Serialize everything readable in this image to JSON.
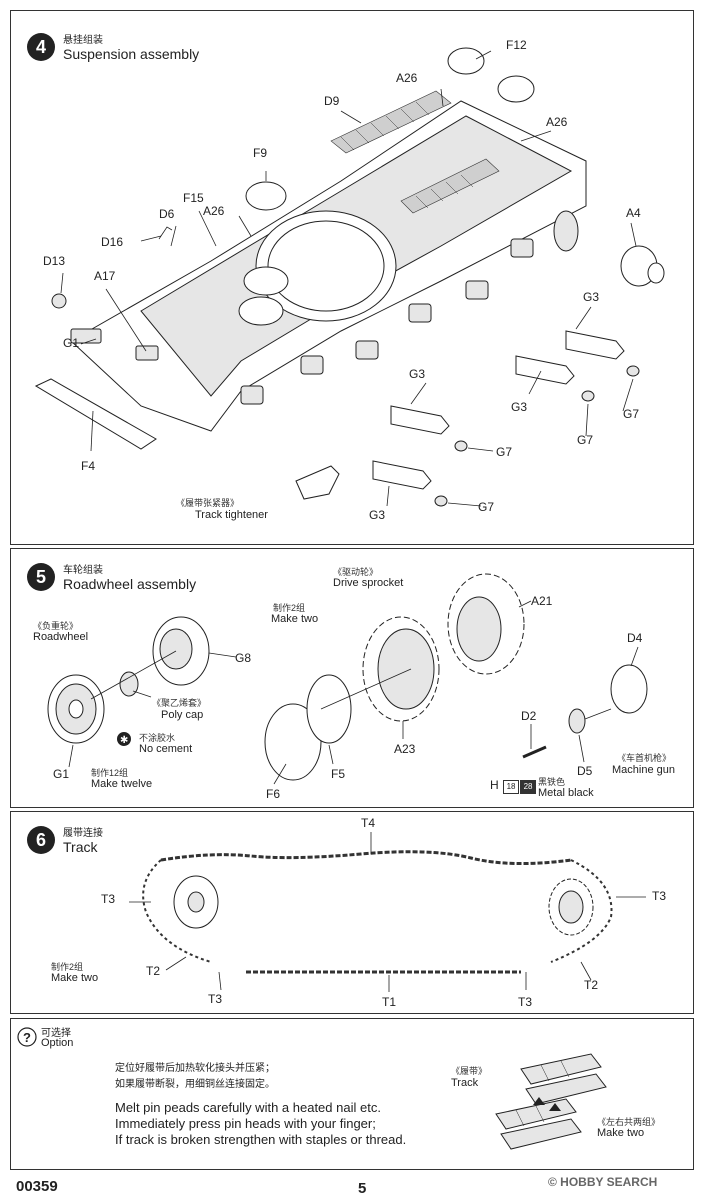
{
  "step4": {
    "number": "4",
    "title_cn": "悬挂组装",
    "title_en": "Suspension assembly",
    "parts": {
      "F12": "F12",
      "A26_a": "A26",
      "A26_b": "A26",
      "A26_c": "A26",
      "D9": "D9",
      "F9": "F9",
      "F15": "F15",
      "D6": "D6",
      "D16": "D16",
      "D13": "D13",
      "A17": "A17",
      "G1": "G1",
      "F4": "F4",
      "A4": "A4",
      "G3_a": "G3",
      "G3_b": "G3",
      "G3_c": "G3",
      "G3_d": "G3",
      "G7_a": "G7",
      "G7_b": "G7",
      "G7_c": "G7",
      "G7_d": "G7"
    },
    "note_cn": "《履带张紧器》",
    "note_en": "Track tightener"
  },
  "step5": {
    "number": "5",
    "title_cn": "车轮组装",
    "title_en": "Roadwheel assembly",
    "roadwheel_cn": "《负重轮》",
    "roadwheel_en": "Roadwheel",
    "sprocket_cn": "《驱动轮》",
    "sprocket_en": "Drive sprocket",
    "make_two_cn": "制作2组",
    "make_two_en": "Make two",
    "polycap_cn": "《聚乙烯套》",
    "polycap_en": "Poly cap",
    "nocement_cn": "不涂胶水",
    "nocement_en": "No cement",
    "make_twelve_cn": "制作12组",
    "make_twelve_en": "Make twelve",
    "mg_cn": "《车首机枪》",
    "mg_en": "Machine gun",
    "paint_code": "H",
    "paint_num1": "18",
    "paint_num2": "28",
    "paint_cn": "黑铁色",
    "paint_en": "Metal black",
    "parts": {
      "G8": "G8",
      "G1": "G1",
      "F6": "F6",
      "F5": "F5",
      "A23": "A23",
      "A21": "A21",
      "D2": "D2",
      "D4": "D4",
      "D5": "D5"
    }
  },
  "step6": {
    "number": "6",
    "title_cn": "履带连接",
    "title_en": "Track",
    "make_two_cn": "制作2组",
    "make_two_en": "Make two",
    "parts": {
      "T4": "T4",
      "T3_a": "T3",
      "T3_b": "T3",
      "T3_c": "T3",
      "T3_d": "T3",
      "T2_a": "T2",
      "T2_b": "T2",
      "T1": "T1"
    }
  },
  "option": {
    "title_cn": "可选择",
    "title_en": "Option",
    "instr_cn_1": "定位好履带后加热软化接头并压紧；",
    "instr_cn_2": "如果履带断裂，用细铜丝连接固定。",
    "instr_en_1": "Melt pin peads carefully with a heated nail etc.",
    "instr_en_2": "Immediately press pin heads with your finger;",
    "instr_en_3": "If track is broken strengthen with staples or thread.",
    "track_cn": "《履带》",
    "track_en": "Track",
    "lr_cn": "《左右共两组》",
    "lr_en": "Make two"
  },
  "footer": {
    "code": "00359",
    "page": "5",
    "watermark": "© HOBBY SEARCH"
  }
}
